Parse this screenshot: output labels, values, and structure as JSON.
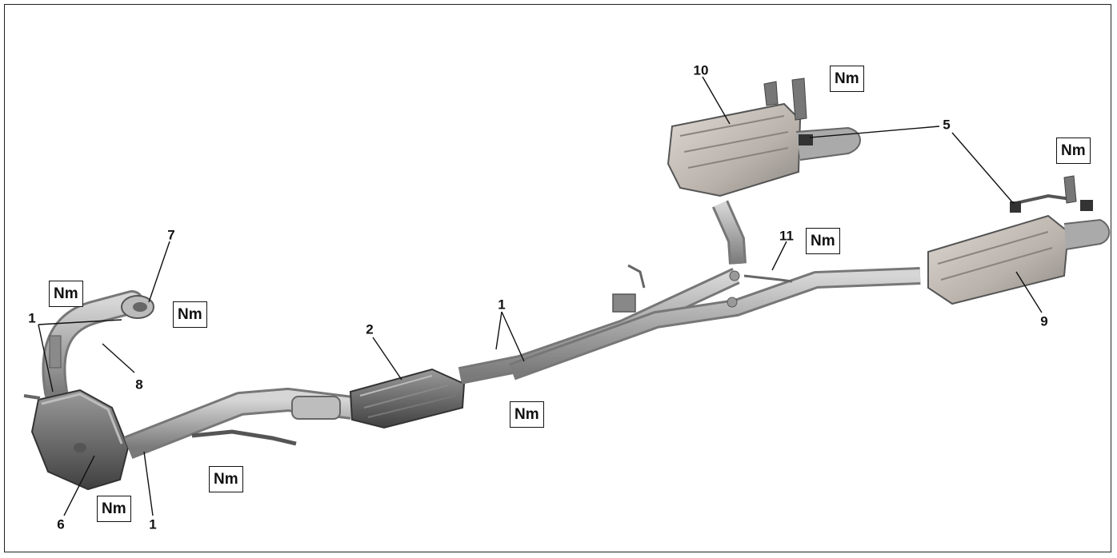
{
  "diagram": {
    "torque_label": "Nm",
    "callouts": [
      {
        "id": "c1a",
        "text": "1"
      },
      {
        "id": "c1b",
        "text": "1"
      },
      {
        "id": "c1c",
        "text": "1"
      },
      {
        "id": "c2",
        "text": "2"
      },
      {
        "id": "c5",
        "text": "5"
      },
      {
        "id": "c6",
        "text": "6"
      },
      {
        "id": "c7",
        "text": "7"
      },
      {
        "id": "c8",
        "text": "8"
      },
      {
        "id": "c9",
        "text": "9"
      },
      {
        "id": "c10",
        "text": "10"
      },
      {
        "id": "c11",
        "text": "11"
      }
    ],
    "colors": {
      "pipe": "#b3b3b3",
      "pipe_shade": "#7f7f7f",
      "muffler": "#c8c2bc",
      "muffler_dark": "#6e6e6e",
      "leader": "#111111"
    }
  }
}
